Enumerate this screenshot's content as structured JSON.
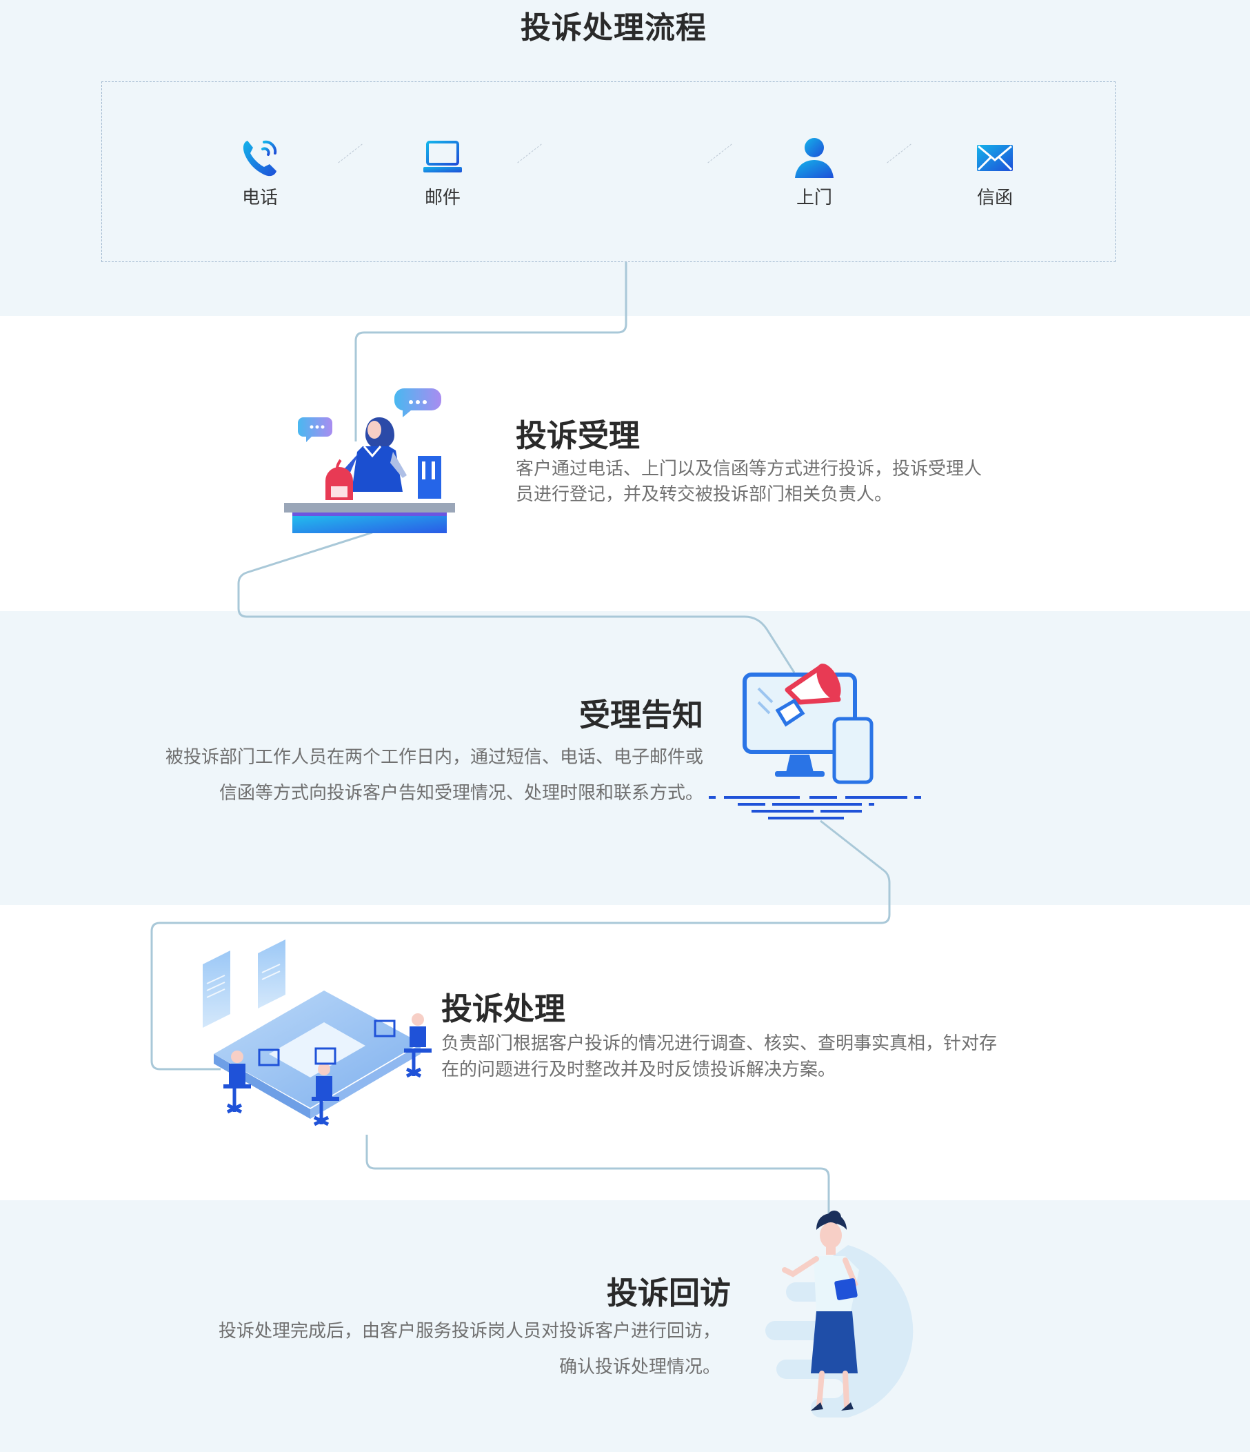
{
  "header": {
    "title": "投诉处理流程"
  },
  "channels": [
    {
      "label": "电话",
      "icon": "phone-icon"
    },
    {
      "label": "邮件",
      "icon": "laptop-icon"
    },
    {
      "label": "上门",
      "icon": "person-icon"
    },
    {
      "label": "信函",
      "icon": "envelope-icon"
    }
  ],
  "steps": [
    {
      "title": "投诉受理",
      "lines": [
        "客户通过电话、上门以及信函等方式进行投诉，投诉受理人",
        "员进行登记，并及转交被投诉部门相关负责人。"
      ],
      "illustration": "receptionist-illustration"
    },
    {
      "title": "受理告知",
      "lines": [
        "被投诉部门工作人员在两个工作日内，通过短信、电话、电子邮件或",
        "信函等方式向投诉客户告知受理情况、处理时限和联系方式。"
      ],
      "illustration": "monitor-megaphone-illustration"
    },
    {
      "title": "投诉处理",
      "lines": [
        "负责部门根据客户投诉的情况进行调查、核实、查明事实真相，针对存",
        "在的问题进行及时整改并及时反馈投诉解决方案。"
      ],
      "illustration": "team-office-illustration"
    },
    {
      "title": "投诉回访",
      "lines": [
        "投诉处理完成后，由客户服务投诉岗人员对投诉客户进行回访，",
        "确认投诉处理情况。"
      ],
      "illustration": "service-woman-illustration"
    }
  ],
  "colors": {
    "band_light": "#eff6fa",
    "accent_blue": "#1e6fe0",
    "connector": "#a9c8d8",
    "title_text": "#2a2a2a",
    "body_text": "#707070",
    "alert_red": "#e83a54"
  }
}
